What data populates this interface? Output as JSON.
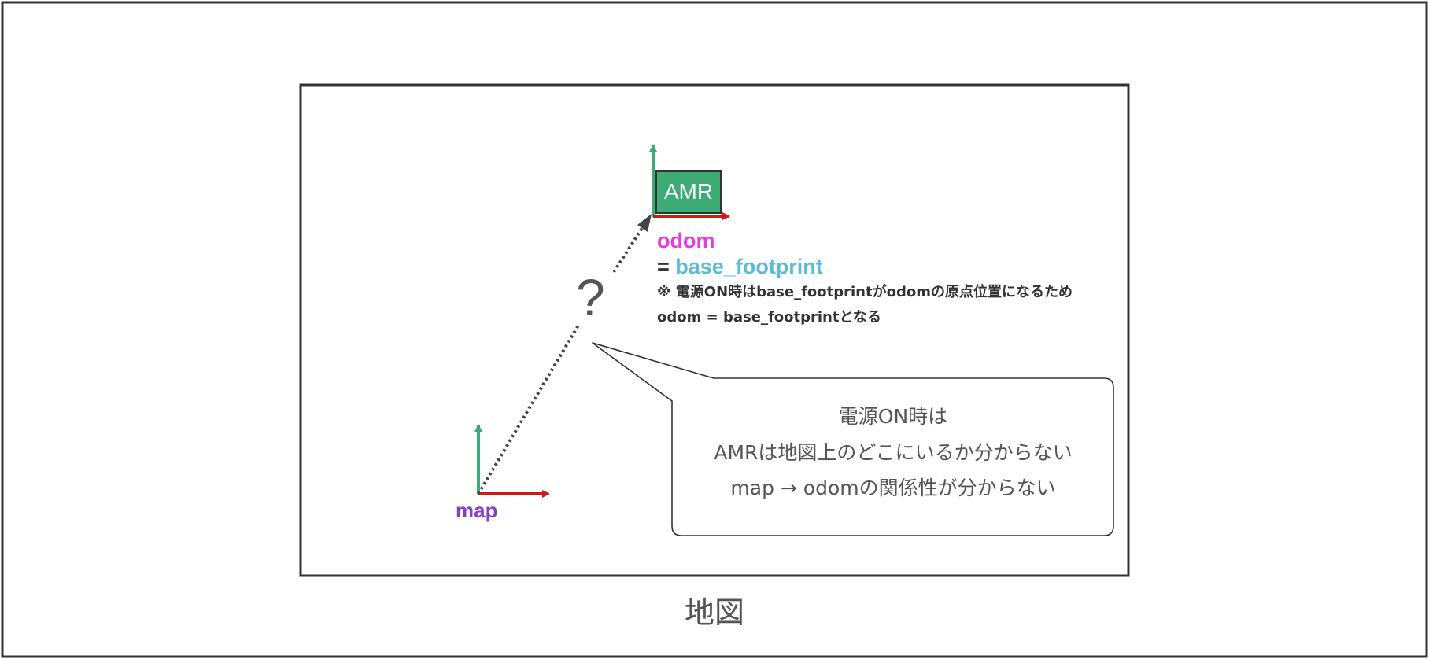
{
  "diagram": {
    "robot_label": "AMR",
    "odom_label": "odom",
    "equals_prefix": "= ",
    "base_footprint_label": "base_footprint",
    "note_line1": "※ 電源ON時はbase_footprintがodomの原点位置になるため",
    "note_line2": "odom = base_footprintとなる",
    "question_mark": "?",
    "map_label": "map",
    "callout_line1": "電源ON時は",
    "callout_line2": "AMRは地図上のどこにいるか分からない",
    "callout_line3": "map → odomの関係性が分からない",
    "caption": "地図"
  },
  "colors": {
    "x_axis": "#d01818",
    "y_axis": "#3dab74",
    "odom": "#e63be2",
    "base_footprint": "#5bbcd6",
    "map": "#8a3fc7",
    "robot_fill": "#3dab74"
  }
}
